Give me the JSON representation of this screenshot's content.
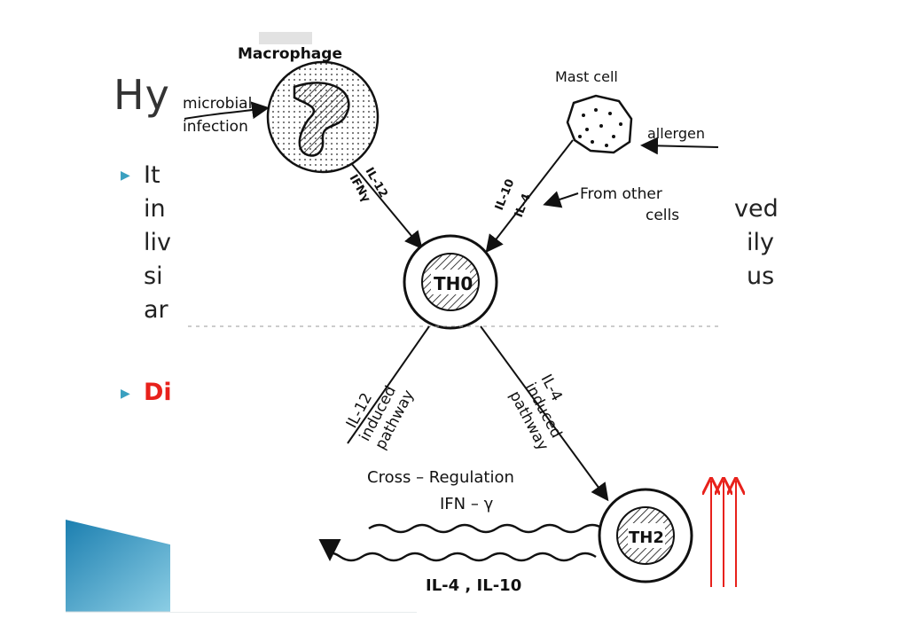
{
  "slide": {
    "title": "Hy",
    "bullets": [
      {
        "lines": [
          "It",
          "in",
          "liv",
          "si",
          "ar"
        ]
      },
      {
        "lines": [
          "Di"
        ]
      }
    ],
    "right_fragments": [
      "ved",
      "ily",
      "us"
    ]
  },
  "diagram": {
    "macrophage": "Macrophage",
    "microbial_line1": "microbial",
    "microbial_line2": "infection",
    "mast_cell": "Mast cell",
    "allergen": "allergen",
    "il12_top": "IL-12",
    "ifng_top": "IFNγ",
    "il10_top": "IL-10",
    "il4_top": "IL-4",
    "from_other_line1": "From other",
    "from_other_line2": "cells",
    "th0": "TH0",
    "th2": "TH2",
    "left_path_line1": "IL-12",
    "left_path_line2": "induced",
    "left_path_line3": "pathway",
    "right_path_line1": "IL-4",
    "right_path_line2": "induced",
    "right_path_line3": "pathway",
    "cross_regulation": "Cross – Regulation",
    "ifn_gamma": "IFN – γ",
    "il4_il10": "IL-4 , IL-10"
  },
  "colors": {
    "bullet": "#3aa0c0",
    "highlight": "#e8211b",
    "accent_bar": "#2a8fb8"
  }
}
